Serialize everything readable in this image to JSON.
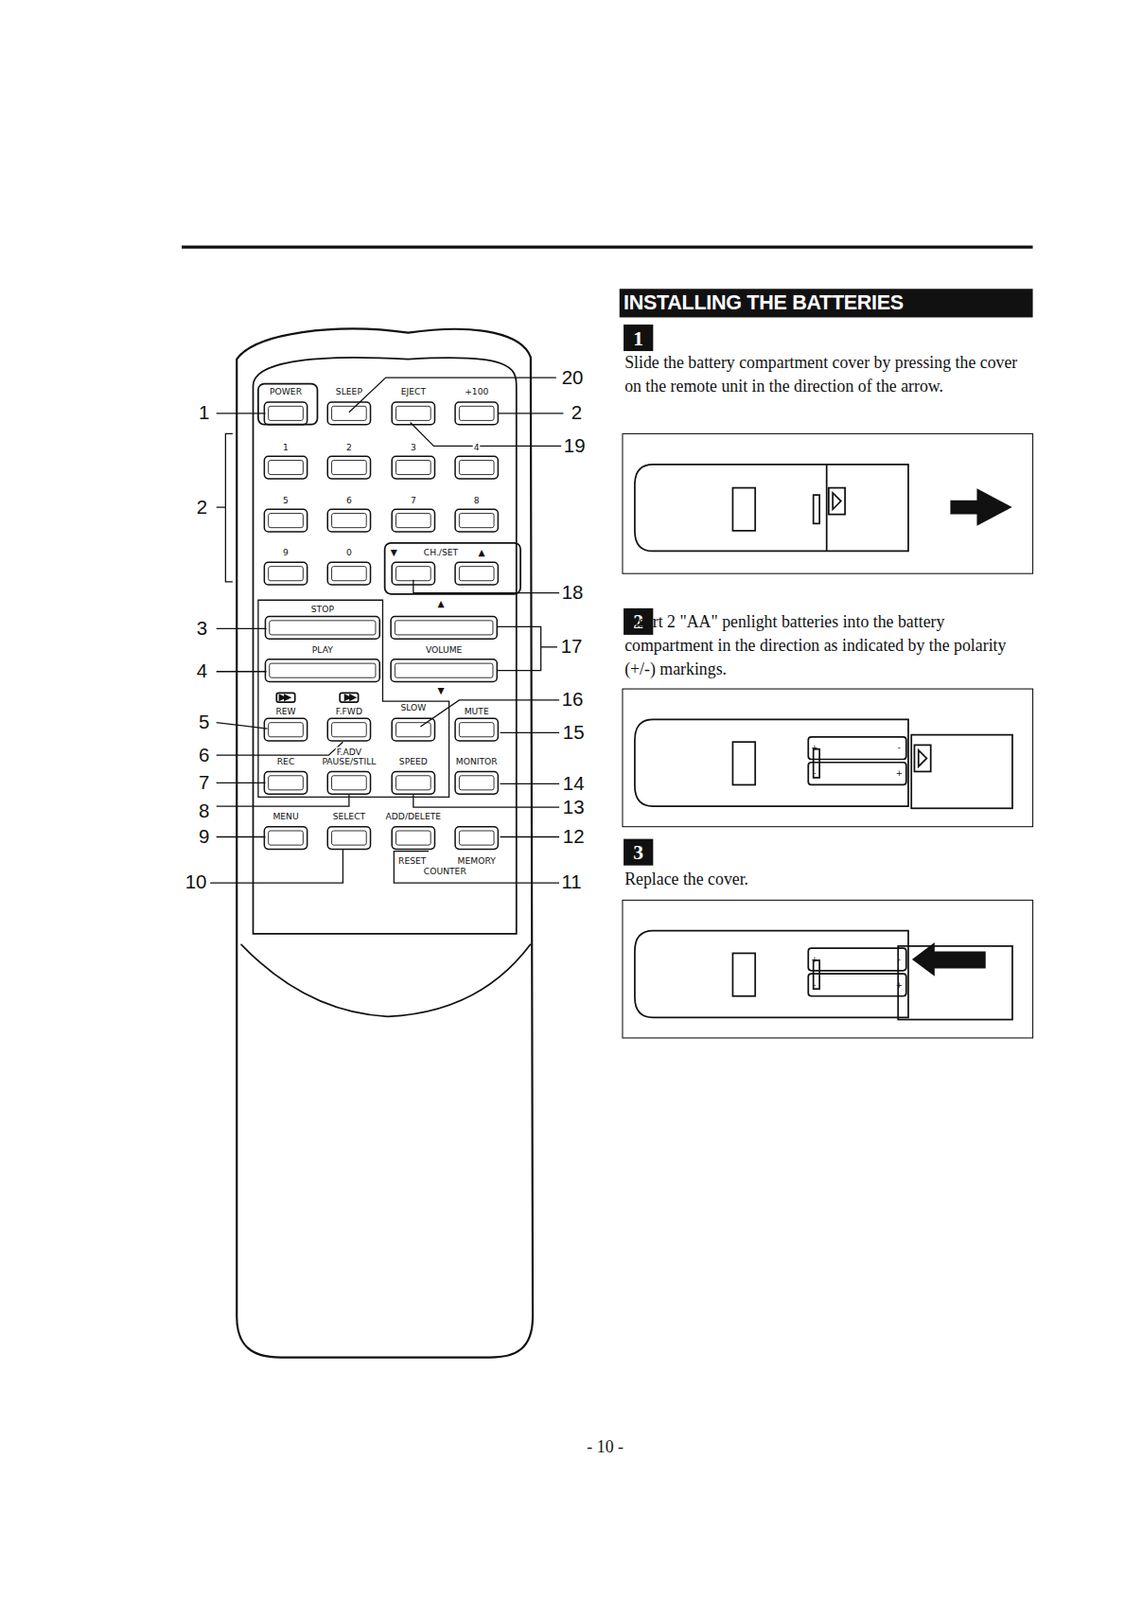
{
  "diagram": {
    "title": "INSTALLING THE BATTERIES",
    "nodes": [
      {
        "text": [
          "1"
        ]
      },
      {
        "text": [
          "2"
        ]
      },
      {
        "text": [
          "3"
        ]
      }
    ],
    "labels": [
      "POWER",
      "SLEEP",
      "EJECT",
      "+100",
      "1",
      "2",
      "3",
      "4",
      "5",
      "6",
      "7",
      "8",
      "9",
      "0",
      "▼",
      "CH./SET",
      "▲",
      "STOP",
      "▲",
      "PLAY",
      "VOLUME",
      "▼",
      "REW",
      "F.FWD",
      "SLOW",
      "MUTE",
      "F.ADV",
      "REC",
      "PAUSE/STILL",
      "SPEED",
      "MONITOR",
      "MENU",
      "SELECT",
      "ADD/DELETE",
      "RESET",
      "MEMORY",
      "COUNTER",
      "20",
      "1",
      "2",
      "19",
      "2",
      "18",
      "3",
      "17",
      "4",
      "16",
      "5",
      "15",
      "6",
      "14",
      "7",
      "13",
      "8",
      "12",
      "9",
      "10",
      "11",
      "Slide the battery compartment cover by pressing the cover on the remote unit in the direction of the arrow.",
      "Insert 2 \"AA\" penlight batteries into the battery compartment in the direction as indicated by the polarity (+/-) markings.",
      "Replace the cover.",
      "- 10 -",
      "+",
      "-",
      "-",
      "+",
      "+",
      "-",
      "-",
      "+"
    ]
  }
}
